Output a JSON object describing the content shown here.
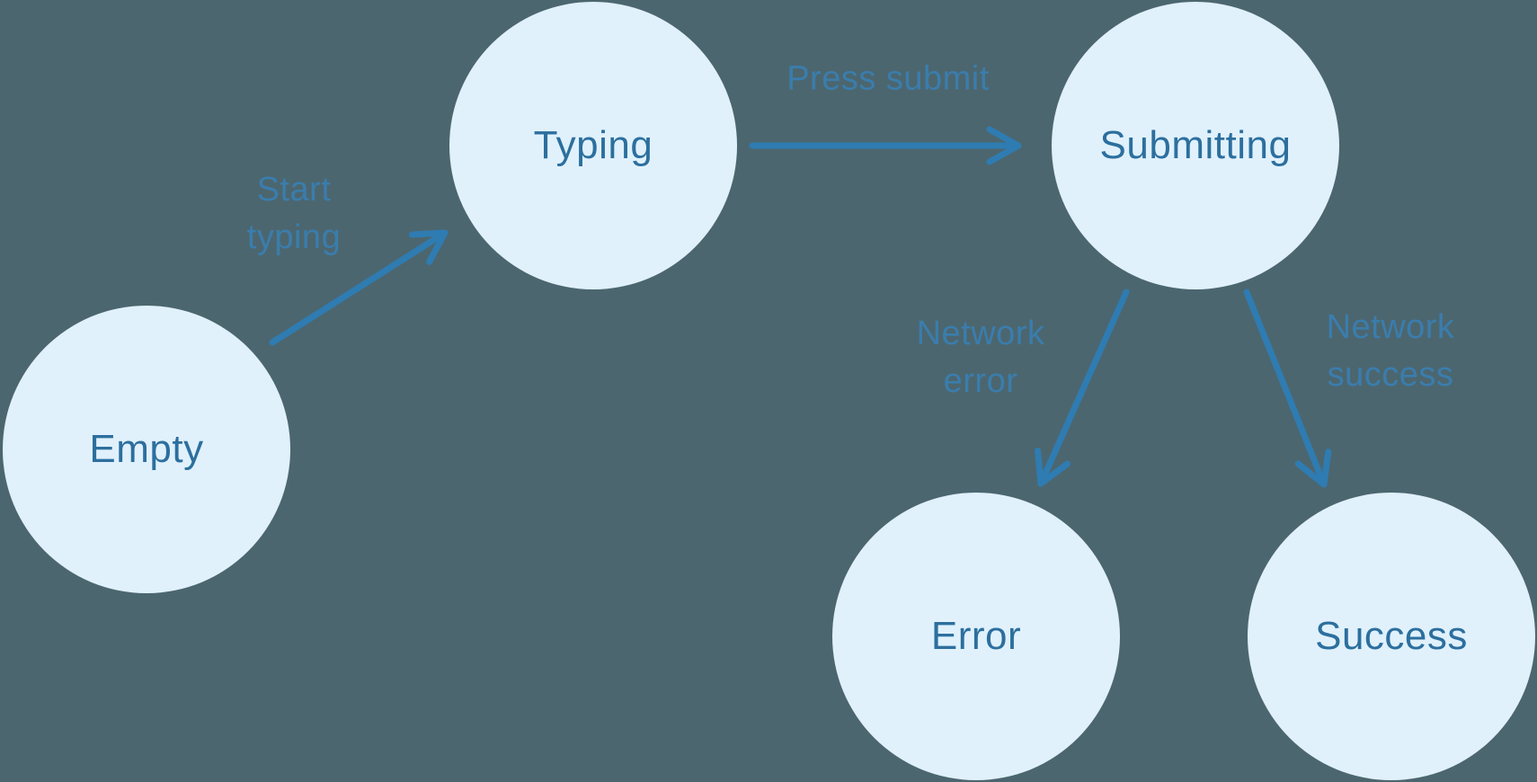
{
  "diagram": {
    "type": "state-machine",
    "nodes": [
      {
        "id": "empty",
        "label": "Empty"
      },
      {
        "id": "typing",
        "label": "Typing"
      },
      {
        "id": "submitting",
        "label": "Submitting"
      },
      {
        "id": "error",
        "label": "Error"
      },
      {
        "id": "success",
        "label": "Success"
      }
    ],
    "edges": [
      {
        "from": "empty",
        "to": "typing",
        "label": "Start typing"
      },
      {
        "from": "typing",
        "to": "submitting",
        "label": "Press submit"
      },
      {
        "from": "submitting",
        "to": "error",
        "label": "Network error"
      },
      {
        "from": "submitting",
        "to": "success",
        "label": "Network success"
      }
    ],
    "colors": {
      "background": "#4C666F",
      "node_fill": "#E0F1FC",
      "node_text": "#2C6F9E",
      "arrow": "#2E7CB2",
      "edge_label": "#3A7DAD"
    }
  }
}
